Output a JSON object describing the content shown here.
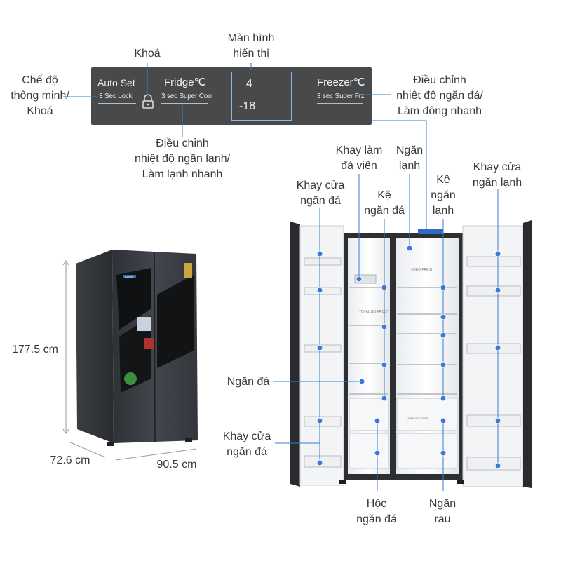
{
  "panel": {
    "auto_set": "Auto Set",
    "auto_set_sub": "3 Sec Lock",
    "fridge": "Fridge℃",
    "fridge_sub": "3 sec Super Cool",
    "display_top": "4",
    "display_bottom": "-18",
    "freezer": "Freezer℃",
    "freezer_sub": "3 sec Super Frz"
  },
  "labels": {
    "smart_mode": [
      "Chế độ",
      "thông minh/",
      "Khoá"
    ],
    "lock": [
      "Khoá"
    ],
    "display": [
      "Màn hình",
      "hiển thị"
    ],
    "freezer_adjust": [
      "Điều chỉnh",
      "nhiệt độ ngăn đá/",
      "Làm đông nhanh"
    ],
    "fridge_adjust": [
      "Điều chỉnh",
      "nhiệt độ ngăn lạnh/",
      "Làm lạnh nhanh"
    ],
    "ice_tray": [
      "Khay làm",
      "đá viên"
    ],
    "fridge_compartment": [
      "Ngăn",
      "lạnh"
    ],
    "fridge_shelf": [
      "Kệ",
      "ngăn",
      "lạnh"
    ],
    "fridge_door_tray": [
      "Khay cửa",
      "ngăn lạnh"
    ],
    "freezer_door_tray_top": [
      "Khay cửa",
      "ngăn đá"
    ],
    "freezer_shelf": [
      "Kệ",
      "ngăn đá"
    ],
    "freezer_compartment": [
      "Ngăn đá"
    ],
    "freezer_door_tray_bottom": [
      "Khay cửa",
      "ngăn đá"
    ],
    "freezer_drawer": [
      "Hộc",
      "ngăn đá"
    ],
    "vegetable_drawer": [
      "Ngăn",
      "rau"
    ]
  },
  "dimensions": {
    "height": "177.5 cm",
    "depth": "72.6 cm",
    "width": "90.5 cm"
  },
  "product": {
    "brand": "AQUA",
    "inner_freezer_text": "TOTAL NO FROST",
    "inner_fridge_text": "H-DEO FRESH",
    "humidity_text": "HUMIDITY ZONE"
  },
  "colors": {
    "accent": "#3a7bd5",
    "panel": "#47494b",
    "fridge_body": "#3b3e44"
  }
}
